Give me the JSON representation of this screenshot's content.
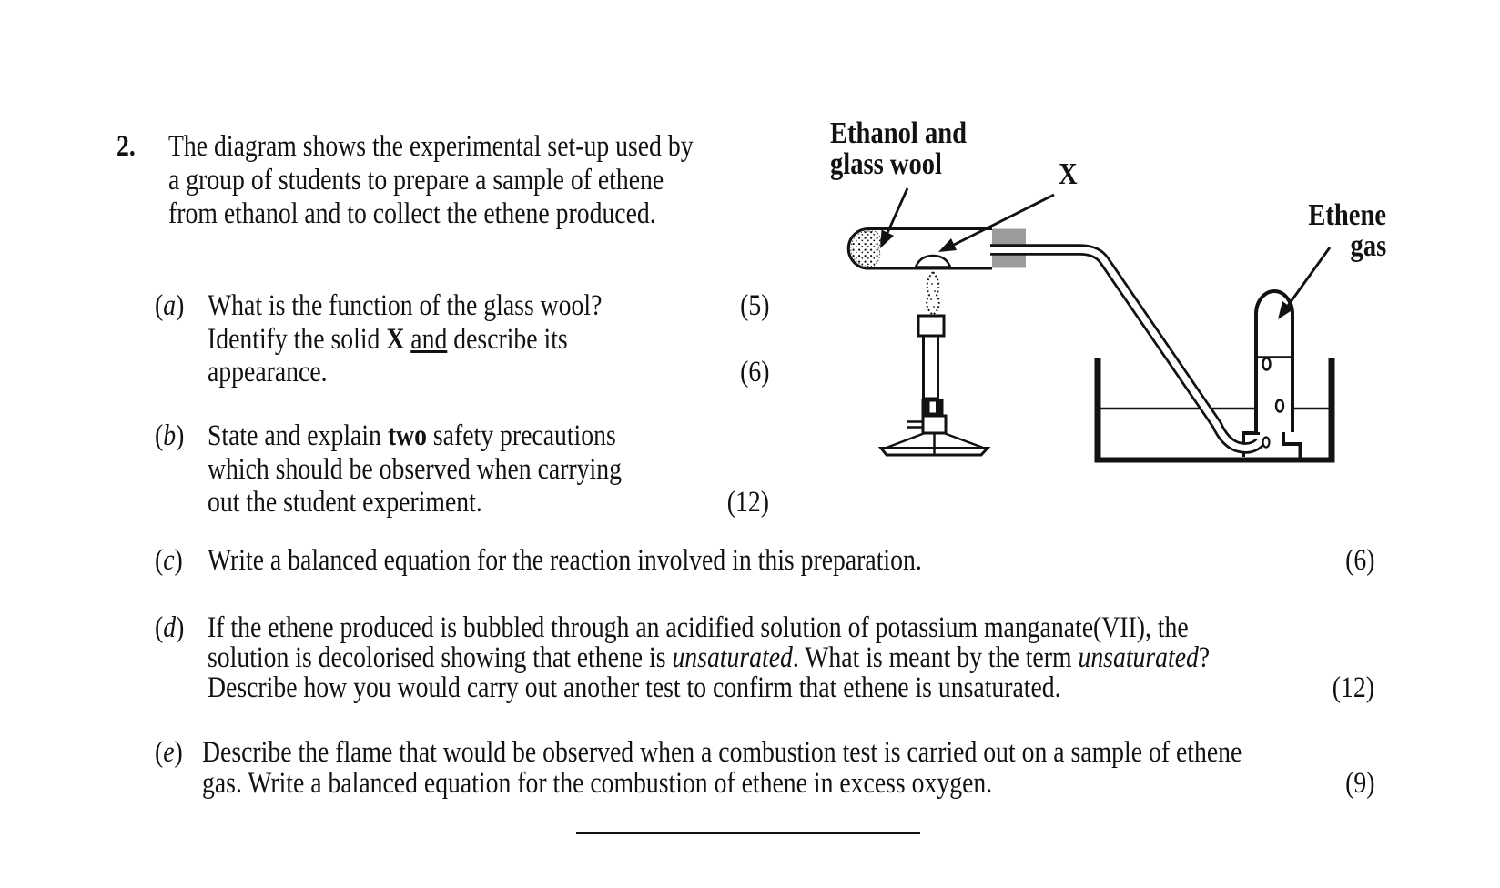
{
  "question": {
    "number": "2.",
    "intro_lines": [
      "The diagram shows the experimental set-up used by",
      "a group of students to prepare a sample of ethene",
      "from ethanol and to collect the ethene produced."
    ],
    "parts": [
      {
        "label": [
          {
            "t": "("
          },
          {
            "t": "a",
            "i": true
          },
          {
            "t": ")"
          }
        ],
        "lines": [
          [
            {
              "t": "What is the function of the glass wool?"
            }
          ],
          [
            {
              "t": "Identify the solid "
            },
            {
              "t": "X",
              "b": true
            },
            {
              "t": " "
            },
            {
              "t": "and",
              "u": true
            },
            {
              "t": " describe its"
            }
          ],
          [
            {
              "t": "appearance."
            }
          ]
        ],
        "marks": [
          {
            "label": "(5)",
            "line": 0
          },
          {
            "label": "(6)",
            "line": 2
          }
        ]
      },
      {
        "label": [
          {
            "t": "("
          },
          {
            "t": "b",
            "i": true
          },
          {
            "t": ")"
          }
        ],
        "lines": [
          [
            {
              "t": "State and explain "
            },
            {
              "t": "two",
              "b": true
            },
            {
              "t": " safety precautions"
            }
          ],
          [
            {
              "t": "which should be observed when carrying"
            }
          ],
          [
            {
              "t": "out the student experiment."
            }
          ]
        ],
        "marks": [
          {
            "label": "(12)",
            "line": 2
          }
        ]
      },
      {
        "label": [
          {
            "t": "("
          },
          {
            "t": "c",
            "i": true
          },
          {
            "t": ")"
          }
        ],
        "lines": [
          [
            {
              "t": "Write a balanced equation for the reaction involved in this preparation."
            }
          ]
        ],
        "marks": [
          {
            "label": "(6)",
            "line": 0
          }
        ]
      },
      {
        "label": [
          {
            "t": "("
          },
          {
            "t": "d",
            "i": true
          },
          {
            "t": ")"
          }
        ],
        "lines": [
          [
            {
              "t": "If the ethene produced is bubbled through an acidified solution of potassium manganate(VII), the"
            }
          ],
          [
            {
              "t": "solution is decolorised showing that ethene is "
            },
            {
              "t": "unsaturated",
              "i": true
            },
            {
              "t": ". What is meant by the term "
            },
            {
              "t": "unsaturated",
              "i": true
            },
            {
              "t": "?"
            }
          ],
          [
            {
              "t": "Describe how you would carry out another test to confirm that ethene is unsaturated."
            }
          ]
        ],
        "marks": [
          {
            "label": "(12)",
            "line": 2
          }
        ]
      },
      {
        "label": [
          {
            "t": "("
          },
          {
            "t": "e",
            "i": true
          },
          {
            "t": ")"
          }
        ],
        "lines": [
          [
            {
              "t": "Describe the flame that would be observed when a combustion test is carried out on a sample of ethene"
            }
          ],
          [
            {
              "t": "gas. Write a balanced equation for the combustion of ethene in excess oxygen."
            }
          ]
        ],
        "marks": [
          {
            "label": "(9)",
            "line": 1
          }
        ]
      }
    ]
  },
  "diagram": {
    "labels": {
      "ethanol_line1": "Ethanol and",
      "ethanol_line2": "glass wool",
      "x": "X",
      "ethene_line1": "Ethene",
      "ethene_line2": "gas"
    },
    "colors": {
      "ink": "#121212",
      "stopper_gray": "#9b9b9b"
    }
  }
}
